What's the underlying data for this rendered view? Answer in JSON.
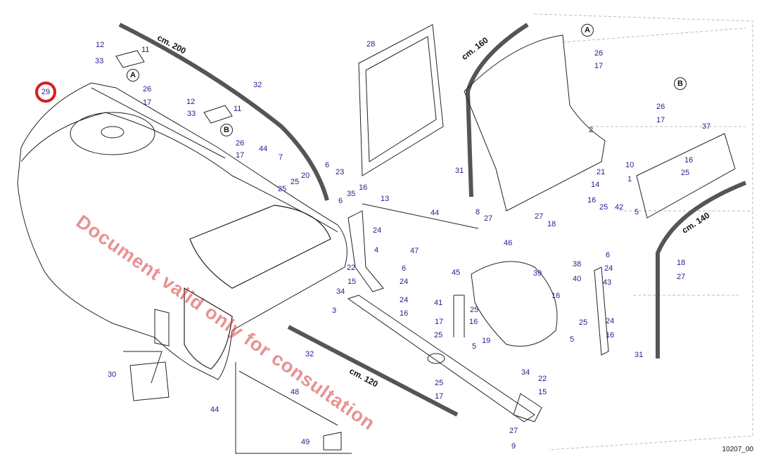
{
  "diagram": {
    "highlighted_callout": "29",
    "dimension_labels": [
      "cm. 200",
      "cm. 160",
      "cm. 140",
      "cm. 120"
    ],
    "detail_markers": [
      "A",
      "B"
    ],
    "callouts": [
      "1",
      "2",
      "3",
      "4",
      "5",
      "6",
      "7",
      "8",
      "9",
      "10",
      "11",
      "12",
      "13",
      "14",
      "15",
      "16",
      "17",
      "18",
      "19",
      "20",
      "21",
      "22",
      "23",
      "24",
      "25",
      "26",
      "27",
      "28",
      "30",
      "31",
      "32",
      "33",
      "34",
      "35",
      "37",
      "38",
      "39",
      "40",
      "41",
      "42",
      "43",
      "44",
      "45",
      "46",
      "47",
      "48",
      "49"
    ],
    "drawing_code": "10207_00",
    "watermark": "Document valid only for consultation"
  },
  "labels": {
    "c12a": "12",
    "c11a": "11",
    "c33a": "33",
    "cA1": "A",
    "c26a": "26",
    "c17a": "17",
    "c12b": "12",
    "c11b": "11",
    "c33b": "33",
    "cB1": "B",
    "c26b": "26",
    "c17b": "17",
    "c44a": "44",
    "c7": "7",
    "c20": "20",
    "c25a": "25",
    "c25b": "25",
    "c32a": "32",
    "c28": "28",
    "c6a": "6",
    "c23": "23",
    "c6b": "6",
    "c35": "35",
    "c16a": "16",
    "c13": "13",
    "c24a": "24",
    "c44b": "44",
    "c4": "4",
    "c47": "47",
    "c22a": "22",
    "c15a": "15",
    "c6c": "6",
    "c24b": "24",
    "c34a": "34",
    "c24c": "24",
    "c16b": "16",
    "c3": "3",
    "c45": "45",
    "c41": "41",
    "c25c": "25",
    "c17c": "17",
    "c25d": "25",
    "c5a": "5",
    "c19": "19",
    "c32b": "32",
    "c30": "30",
    "c48": "48",
    "c44c": "44",
    "c49": "49",
    "c34b": "34",
    "c22b": "22",
    "c25e": "25",
    "c15b": "15",
    "c17d": "17",
    "c27a": "27",
    "c9": "9",
    "c31a": "31",
    "c8": "8",
    "c27b": "27",
    "c18a": "18",
    "c46": "46",
    "c39": "39",
    "c16c": "16",
    "c40": "40",
    "c38": "38",
    "c6d": "6",
    "c24d": "24",
    "c43": "43",
    "c25f": "25",
    "c5b": "5",
    "c24e": "24",
    "c16d": "16",
    "c2": "2",
    "cA2": "A",
    "c26c": "26",
    "c17e": "17",
    "cB2": "B",
    "c26d": "26",
    "c17f": "17",
    "c37": "37",
    "c16e": "16",
    "c25g": "25",
    "c21": "21",
    "c10": "10",
    "c14": "14",
    "c1": "1",
    "c16f": "16",
    "c25h": "25",
    "c42": "42",
    "c5c": "5",
    "c18b": "18",
    "c27c": "27",
    "c31b": "31",
    "dim200": "cm. 200",
    "dim160": "cm. 160",
    "dim140": "cm. 140",
    "dim120": "cm. 120",
    "c29": "29",
    "code": "10207_00",
    "watermark": "Document valid only for consultation"
  }
}
